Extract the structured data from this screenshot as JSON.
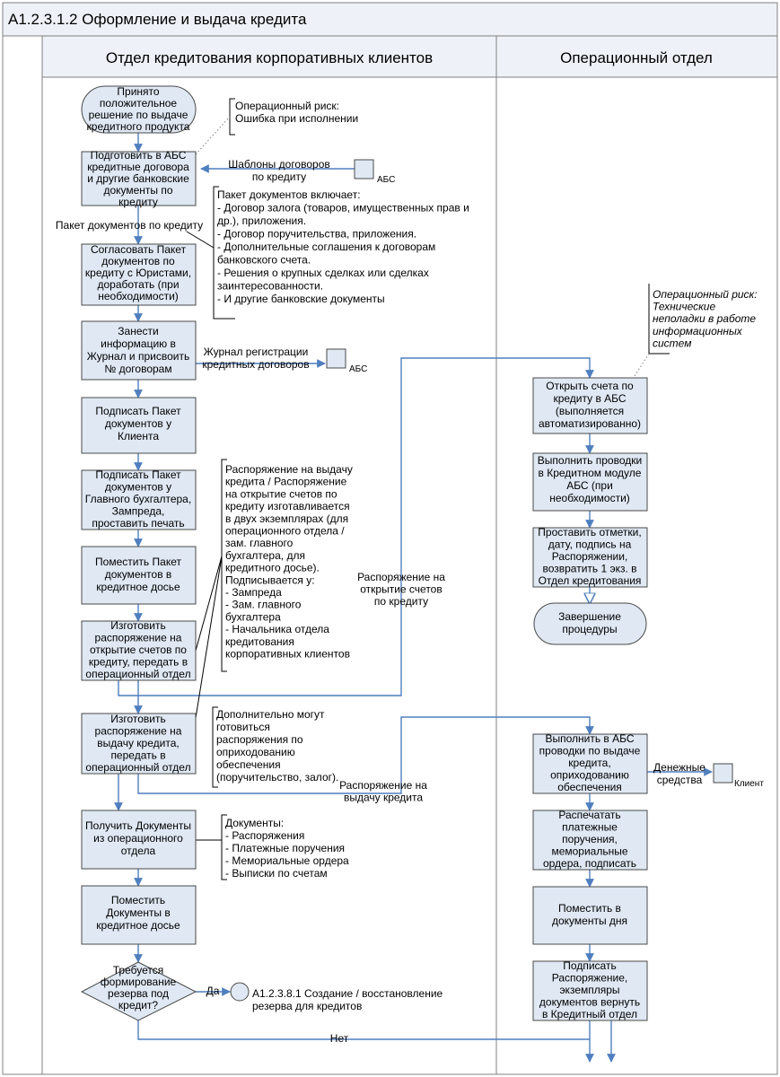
{
  "title": "A1.2.3.1.2 Оформление и выдача кредита",
  "lanes": {
    "left": "Отдел кредитования корпоративных клиентов",
    "right": "Операционный отдел"
  },
  "steps": {
    "start": [
      "Принято",
      "положительное",
      "решение по выдаче",
      "кредитного продукта"
    ],
    "prepare": [
      "Подготовить в АБС",
      "кредитные договора",
      "и другие банковские",
      "документы по",
      "кредиту"
    ],
    "agree": [
      "Согласовать Пакет",
      "документов по",
      "кредиту с Юристами,",
      "доработать (при",
      "необходимости)"
    ],
    "register": [
      "Занести",
      "информацию в",
      "Журнал и присвоить",
      "№ договорам"
    ],
    "sign_client": [
      "Подписать Пакет",
      "документов у",
      "Клиента"
    ],
    "sign_chief": [
      "Подписать Пакет",
      "документов у",
      "Главного бухгалтера,",
      "Зампреда,",
      "проставить печать"
    ],
    "file_docs": [
      "Поместить Пакет",
      "документов в",
      "кредитное досье"
    ],
    "order_accounts": [
      "Изготовить",
      "распоряжение на",
      "открытие счетов по",
      "кредиту, передать в",
      "операционный отдел"
    ],
    "order_issue": [
      "Изготовить",
      "распоряжение на",
      "выдачу кредита,",
      "передать в",
      "операционный отдел"
    ],
    "receive_docs": [
      "Получить Документы",
      "из операционного",
      "отдела"
    ],
    "file_received": [
      "Поместить",
      "Документы в",
      "кредитное досье"
    ],
    "decision": [
      "Требуется",
      "формирование",
      "резерва под",
      "кредит?"
    ],
    "open_accounts": [
      "Открыть счета по",
      "кредиту в АБС",
      "(выполняется",
      "автоматизированно)"
    ],
    "postings": [
      "Выполнить проводки",
      "в Кредитном модуле",
      "АБС (при",
      "необходимости)"
    ],
    "mark_order": [
      "Проставить отметки,",
      "дату, подпись на",
      "Распоряжении,",
      "возвратить 1 экз. в",
      "Отдел кредитования"
    ],
    "end": [
      "Завершение",
      "процедуры"
    ],
    "issue_postings": [
      "Выполнить в АБС",
      "проводки по выдаче",
      "кредита,",
      "оприходованию",
      "обеспечения"
    ],
    "print_orders": [
      "Распечатать",
      "платежные",
      "поручения,",
      "мемориальные",
      "ордера, подписать"
    ],
    "put_day_docs": [
      "Поместить в",
      "документы дня"
    ],
    "sign_order": [
      "Подписать",
      "Распоряжение,",
      "экземпляры",
      "документов вернуть",
      "в Кредитный отдел"
    ]
  },
  "notes": {
    "op_risk_1": [
      "Операционный риск:",
      "Ошибка при исполнении"
    ],
    "package": [
      "Пакет документов включает:",
      "- Договор залога (товаров, имущественных прав и",
      "др.), приложения.",
      "- Договор поручительства, приложения.",
      "- Дополнительные соглашения к договорам",
      "банковского счета.",
      "- Решения о крупных сделках или сделках",
      "заинтересованности.",
      "- И другие банковские документы"
    ],
    "orders_info": [
      "Распоряжение на выдачу",
      "кредита / Распоряжение",
      "на открытие счетов по",
      "кредиту изготавливается",
      "в двух экземплярах (для",
      "операционного отдела /",
      "зам. главного",
      "бухгалтера, для",
      "кредитного досье).",
      "Подписывается у:",
      "- Зампреда",
      "- Зам. главного",
      "бухгалтера",
      "- Начальника отдела",
      "кредитования",
      "корпоративных клиентов"
    ],
    "extra_orders": [
      "Дополнительно могут",
      "готовиться",
      "распоряжения по",
      "оприходованию",
      "обеспечения",
      "(поручительство, залог)."
    ],
    "documents": [
      "Документы:",
      "- Распоряжения",
      "- Платежные поручения",
      "- Мемориальные ордера",
      "- Выписки по счетам"
    ],
    "op_risk_2": [
      "Операционный риск:",
      "Технические",
      "неполадки в работе",
      "информационных",
      "систем"
    ]
  },
  "labels": {
    "templates": [
      "Шаблоны договоров",
      "по кредиту"
    ],
    "abs": "АБС",
    "package_flow": "Пакет документов по кредиту",
    "journal": [
      "Журнал регистрации",
      "кредитных договоров"
    ],
    "order_accounts_flow": [
      "Распоряжение на",
      "открытие счетов",
      "по кредиту"
    ],
    "order_issue_flow": [
      "Распоряжение на",
      "выдачу кредита"
    ],
    "cash": [
      "Денежные",
      "средства"
    ],
    "client": "Клиент",
    "yes": "Да",
    "no": "Нет",
    "reserve_ref": [
      "A1.2.3.8.1 Создание / восстановление",
      "резерва для кредитов"
    ]
  },
  "colors": {
    "box_fill": "#dfe8f3",
    "flow_line": "#4f7fbf",
    "header_fill": "#eef2f8"
  }
}
